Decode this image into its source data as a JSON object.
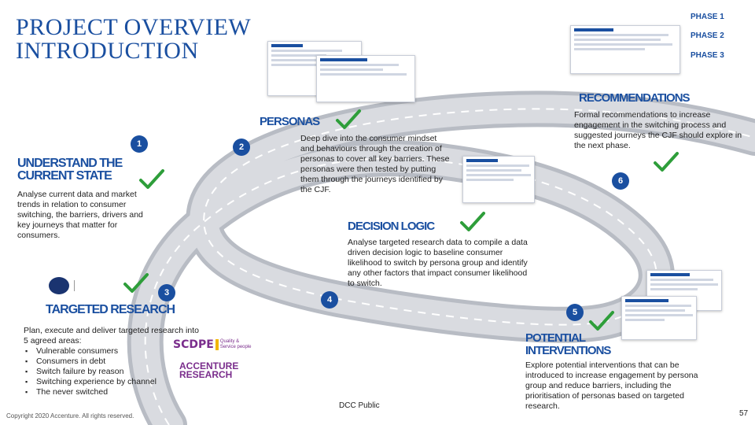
{
  "header": {
    "title_line1": "PROJECT OVERVIEW",
    "title_line2": "INTRODUCTION"
  },
  "phases": {
    "phase1": "PHASE 1",
    "phase2": "PHASE 2",
    "phase3": "PHASE 3"
  },
  "steps": [
    {
      "number": "1",
      "heading": "UNDERSTAND THE CURRENT STATE",
      "text": "Analyse current data and market trends in relation to consumer switching, the barriers, drivers and key journeys that matter for consumers."
    },
    {
      "number": "2",
      "heading": "PERSONAS",
      "text": "Deep dive into the consumer mindset and behaviours through the creation of personas to cover all key barriers. These personas were then tested by putting them through the journeys identified by the CJF."
    },
    {
      "number": "3",
      "heading": "TARGETED RESEARCH",
      "text": "Plan, execute and deliver targeted research into 5 agreed areas:",
      "areas": [
        "Vulnerable consumers",
        "Consumers in debt",
        "Switch failure by reason",
        "Switching experience by channel",
        "The never switched"
      ]
    },
    {
      "number": "4",
      "heading": "DECISION LOGIC",
      "text": "Analyse targeted research data to compile a data driven decision logic to baseline consumer likelihood to switch by persona group and identify any other factors that impact consumer likelihood to switch."
    },
    {
      "number": "5",
      "heading": "POTENTIAL INTERVENTIONS",
      "text": "Explore potential interventions that can be introduced to increase engagement by persona group and reduce barriers, including the prioritisation of personas based on targeted research."
    },
    {
      "number": "6",
      "heading": "RECOMMENDATIONS",
      "text": "Formal recommendations to increase engagement in the switching process and suggested journeys the CJF should explore in the next phase."
    }
  ],
  "logos": {
    "scdpe_main": "SCDPE",
    "scdpe_tag": "Quality & Service people",
    "accenture_line1": "ACCENTURE",
    "accenture_line2": "RESEARCH"
  },
  "footer": {
    "copyright": "Copyright 2020 Accenture. All rights reserved.",
    "classification": "DCC Public",
    "page_number": "57"
  },
  "colors": {
    "brand_blue": "#1a4fa0",
    "check_green": "#2e9e3a",
    "road_gray": "#8a8f98",
    "road_light": "#c9ccd2"
  }
}
